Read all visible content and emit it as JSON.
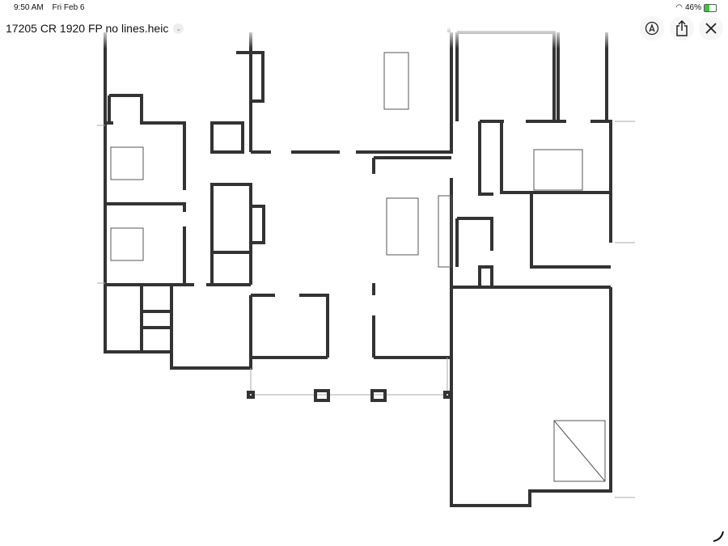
{
  "status_bar": {
    "time": "9:50 AM",
    "date": "Fri Feb 6",
    "battery": "46%",
    "battery_level": 0.46,
    "battery_color": "#3cc43c",
    "charging": true
  },
  "header": {
    "file_title": "17205 CR 1920 FP no lines.heic"
  },
  "toolbar": {
    "markup_icon": "markup-pen-icon",
    "share_icon": "share-icon",
    "close_icon": "close-icon"
  },
  "content": {
    "image_type": "floor plan"
  }
}
